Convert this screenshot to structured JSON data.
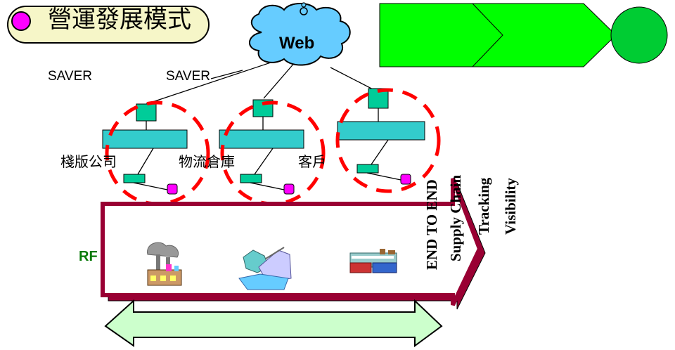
{
  "title": {
    "text": "營運發展模式",
    "dot_color": "#ff00ff"
  },
  "cloud": {
    "label": "Web"
  },
  "saver_labels": [
    "SAVER",
    "SAVER"
  ],
  "sites": [
    {
      "label": "棧版公司"
    },
    {
      "label": "物流倉庫"
    },
    {
      "label": "客戶"
    }
  ],
  "rf_label": "RF",
  "side_text": [
    "END TO END",
    "Supply Chain",
    "Tracking",
    "Visibility"
  ],
  "colors": {
    "green_arrow": "#00ff00",
    "teal_box": "#00cc99",
    "cyan_bar": "#33cccc",
    "magenta_node": "#ff00ff",
    "dashed_circle": "#ff0000",
    "big_arrow_border": "#990033",
    "bottom_arrow_fill": "#ccffcc",
    "cloud_fill": "#66ccff"
  },
  "icons": [
    "factory-icon",
    "warehouse-icon",
    "truck-depot-icon"
  ]
}
